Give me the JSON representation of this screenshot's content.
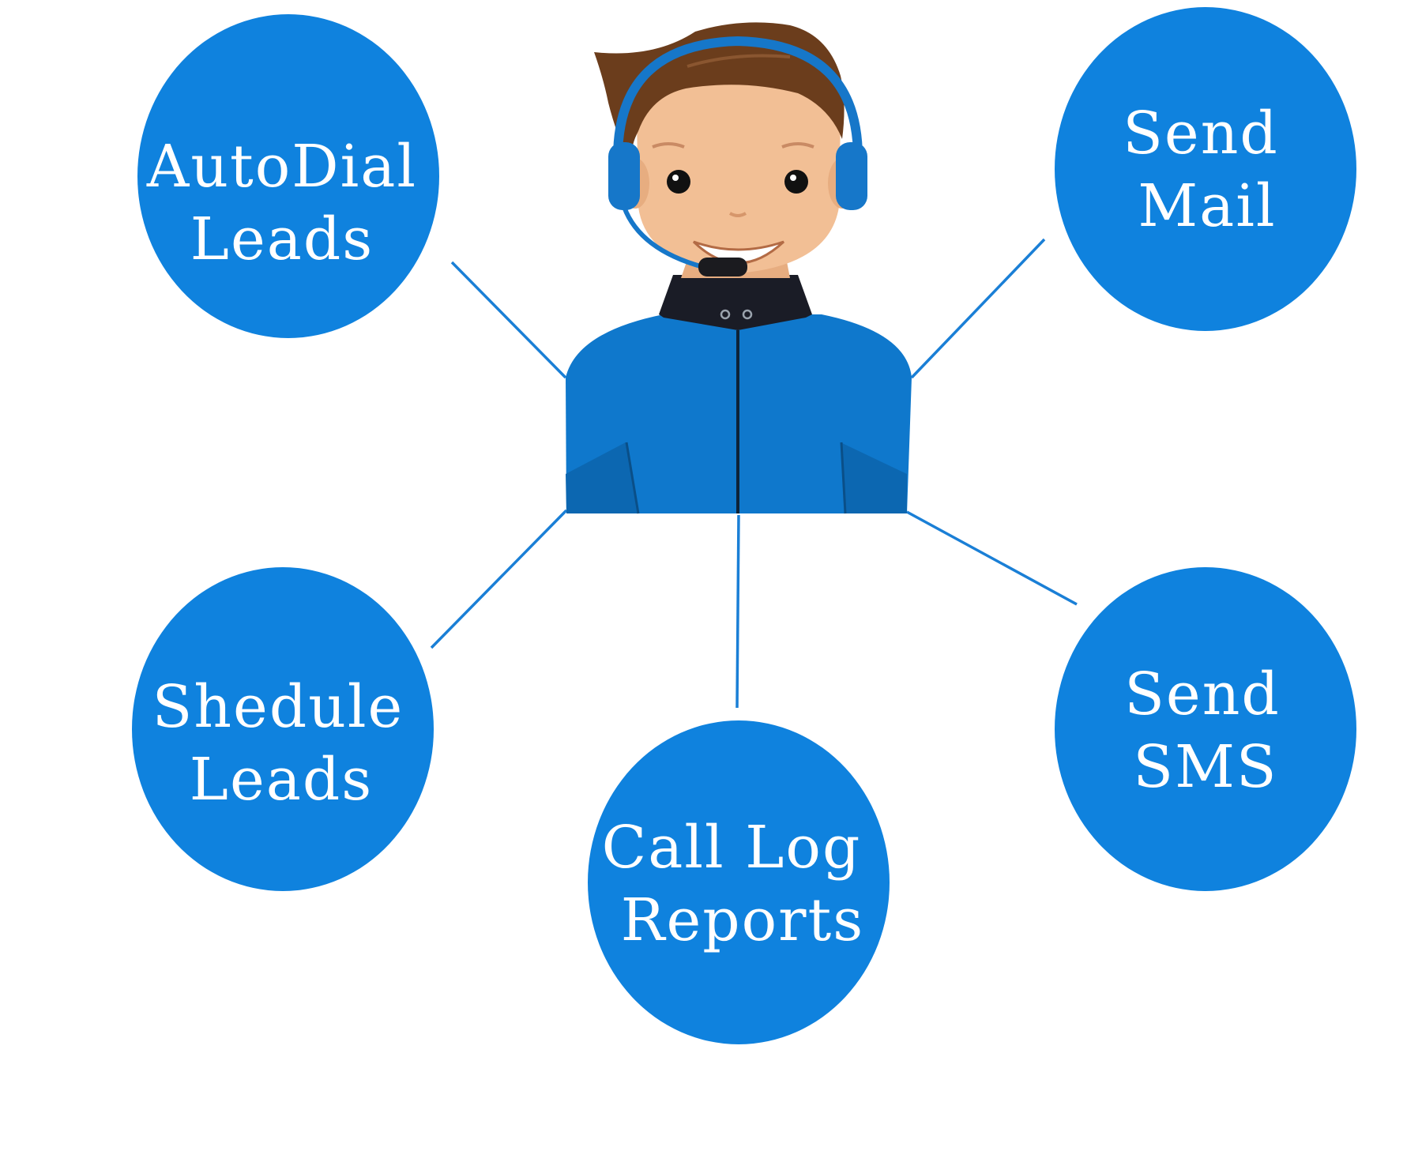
{
  "colors": {
    "node_fill": "#0f82de",
    "node_text": "#ffffff",
    "connector": "#1a7fd6",
    "jacket": "#0f78cc",
    "jacket_shadow": "#0c67b1",
    "skin": "#f2bf95",
    "hair": "#6b3d1c",
    "headset": "#1677c9",
    "collar": "#1a1c26"
  },
  "center_icon": "support-agent-with-headset",
  "nodes": [
    {
      "id": "autodial-leads",
      "line1": "AutoDial",
      "line2": "Leads"
    },
    {
      "id": "send-mail",
      "line1": "Send",
      "line2": "Mail"
    },
    {
      "id": "shedule-leads",
      "line1": "Shedule",
      "line2": "Leads"
    },
    {
      "id": "call-log-reports",
      "line1": "Call Log",
      "line2": "Reports"
    },
    {
      "id": "send-sms",
      "line1": "Send",
      "line2": "SMS"
    }
  ]
}
